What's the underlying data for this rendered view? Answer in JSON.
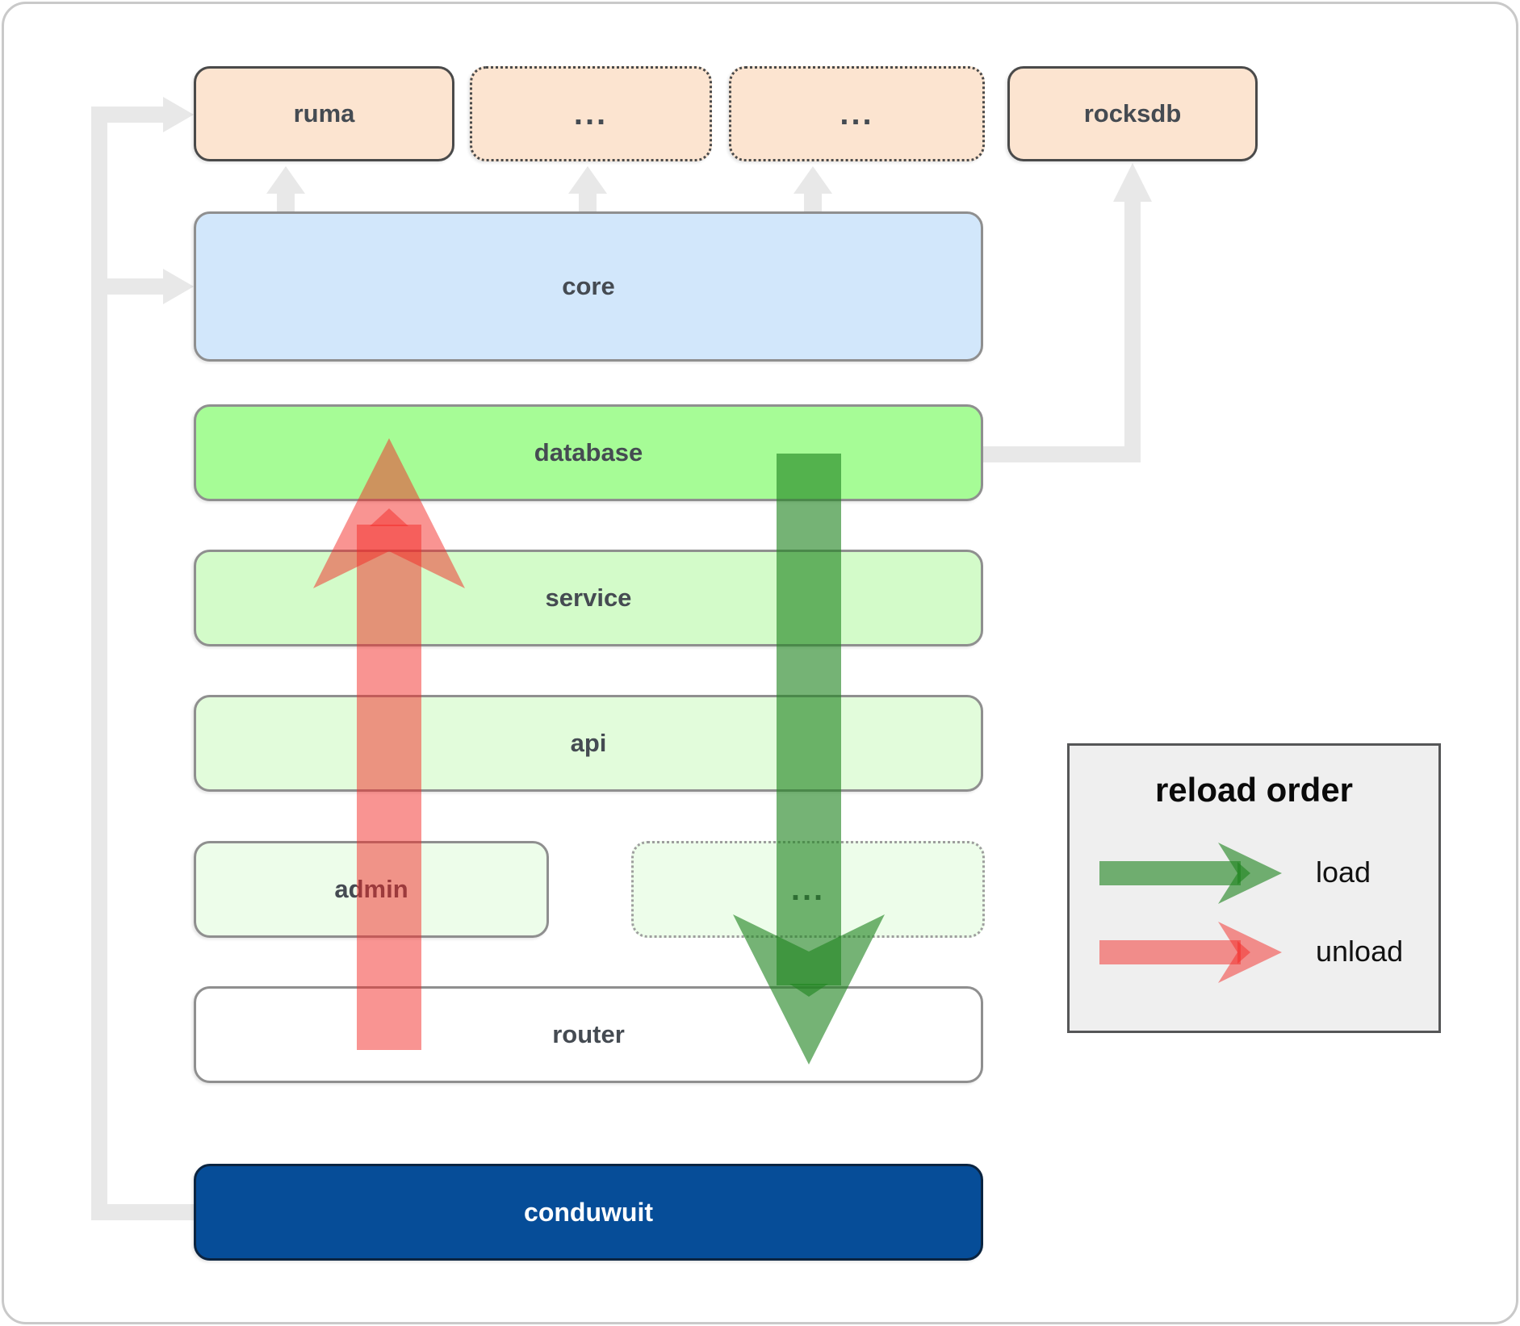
{
  "boxes": {
    "ruma": {
      "label": "ruma",
      "fill": "#fce4d0"
    },
    "dep_a": {
      "label": "...",
      "fill": "#fce4d0"
    },
    "dep_b": {
      "label": "...",
      "fill": "#fce4d0"
    },
    "rocksdb": {
      "label": "rocksdb",
      "fill": "#fce4d0"
    },
    "core": {
      "label": "core",
      "fill": "#d2e7fb"
    },
    "database": {
      "label": "database",
      "fill": "#a6fc96"
    },
    "service": {
      "label": "service",
      "fill": "#d3fbc9"
    },
    "api": {
      "label": "api",
      "fill": "#e2fcdb"
    },
    "admin": {
      "label": "admin",
      "fill": "#edfdea"
    },
    "more": {
      "label": "...",
      "fill": "#edfdea"
    },
    "router": {
      "label": "router",
      "fill": "#ffffff"
    },
    "conduwuit": {
      "label": "conduwuit",
      "fill": "#064d98"
    }
  },
  "legend": {
    "title": "reload order",
    "load_label": "load",
    "unload_label": "unload",
    "bg": "#efefef"
  },
  "colors": {
    "load": "rgba(32,132,32,0.62)",
    "unload": "rgba(244,42,37,0.5)",
    "connector": "#e8e8e8"
  }
}
